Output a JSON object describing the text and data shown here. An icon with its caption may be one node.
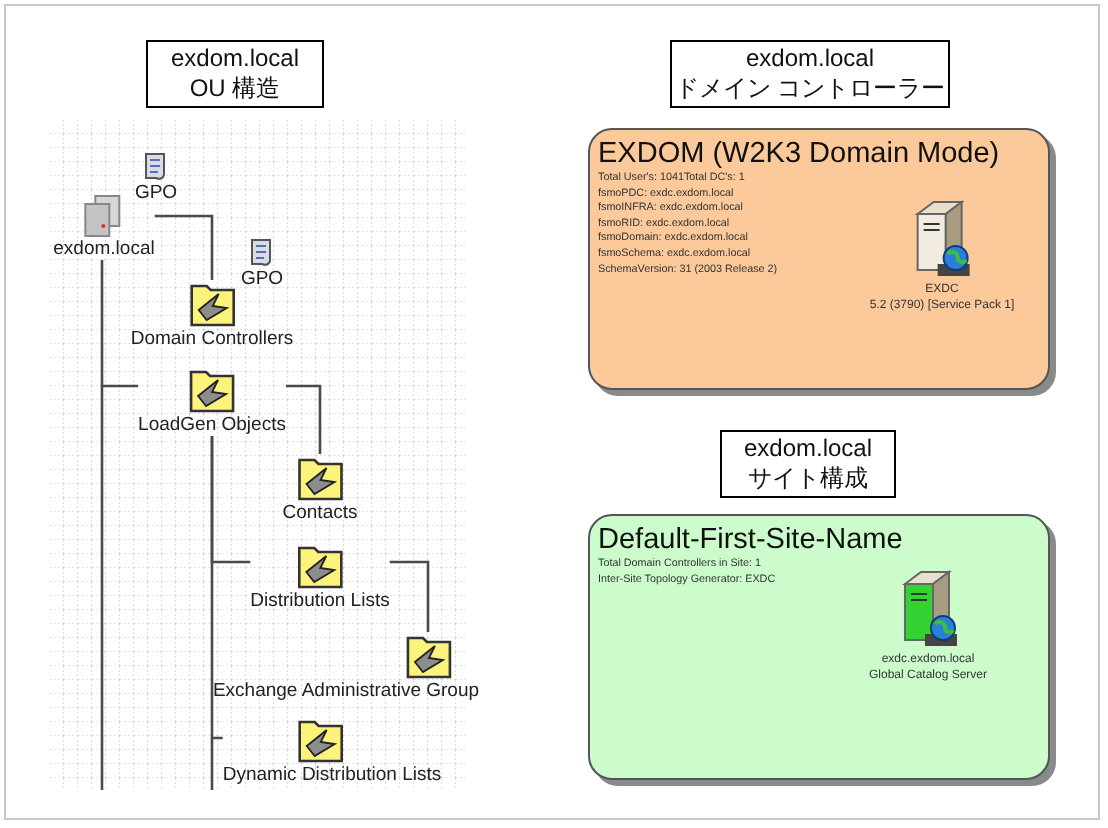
{
  "diagram": {
    "nodes": [
      {
        "text": [
          "exdom.local",
          "OU 構造"
        ]
      },
      {
        "text": [
          "exdom.local"
        ]
      },
      {
        "text": [
          "Domain Controllers"
        ]
      },
      {
        "text": [
          "LoadGen Objects"
        ]
      },
      {
        "text": [
          "Contacts"
        ]
      },
      {
        "text": [
          "Distribution Lists"
        ]
      },
      {
        "text": [
          "Exchange Administrative Group"
        ]
      },
      {
        "text": [
          "Dynamic Distribution Lists"
        ]
      },
      {
        "text": [
          "exdom.local",
          "ドメイン コントローラー"
        ]
      },
      {
        "text": [
          "EXDOM (W2K3 Domain Mode)",
          "Total User's: 1041Total DC's: 1",
          "fsmoPDC: exdc.exdom.local",
          "fsmoINFRA: exdc.exdom.local",
          "fsmoRID: exdc.exdom.local",
          "fsmoDomain: exdc.exdom.local",
          "fsmoSchema: exdc.exdom.local",
          "SchemaVersion: 31 (2003 Release 2)"
        ]
      },
      {
        "text": [
          "EXDC",
          "5.2 (3790) [Service Pack 1]"
        ],
        "in": 9
      },
      {
        "text": [
          "exdom.local",
          "サイト構成"
        ]
      },
      {
        "text": [
          "Default-First-Site-Name",
          "Total Domain Controllers in Site: 1",
          "Inter-Site Topology Generator: EXDC"
        ]
      },
      {
        "text": [
          "exdc.exdom.local",
          "Global Catalog Server"
        ],
        "in": 12
      }
    ],
    "edges": [
      {
        "from": 1,
        "to": 2,
        "arrow": "none"
      },
      {
        "from": 1,
        "to": 3,
        "arrow": "none"
      },
      {
        "from": 3,
        "to": 4,
        "arrow": "none"
      },
      {
        "from": 3,
        "to": 5,
        "arrow": "none"
      },
      {
        "from": 5,
        "to": 6,
        "arrow": "none"
      },
      {
        "from": 3,
        "to": 7,
        "arrow": "none"
      }
    ],
    "labels": [
      "GPO",
      "GPO"
    ]
  }
}
